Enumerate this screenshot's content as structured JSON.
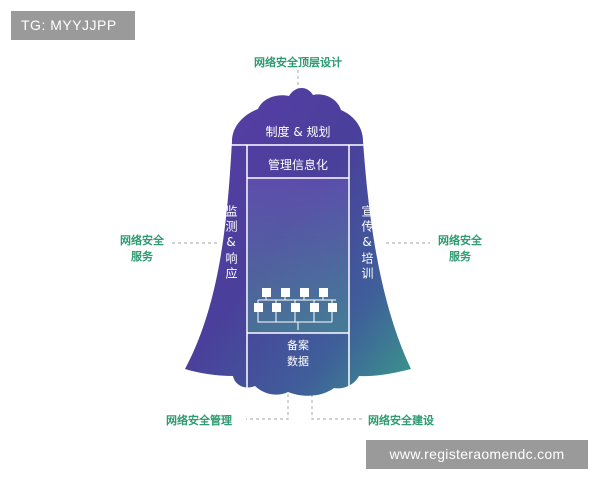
{
  "watermark": {
    "top": "TG: MYYJJPP",
    "bottom": "www.registeraomendc.com"
  },
  "outer_labels": {
    "top": "网络安全顶层设计",
    "left_line1": "网络安全",
    "left_line2": "服务",
    "right_line1": "网络安全",
    "right_line2": "服务",
    "bottom_left": "网络安全管理",
    "bottom_right": "网络安全建设"
  },
  "inner_labels": {
    "header": "制度 & 规划",
    "management": "管理信息化",
    "left_column": "监测&响应",
    "right_column": "宣传&培训",
    "data_line1": "备案",
    "data_line2": "数据"
  },
  "colors": {
    "bell_top": "#4e3a9a",
    "bell_mid": "#4a4a9c",
    "bell_bottom": "#3f8f8c",
    "label_green": "#2e9c70",
    "connector": "#b8b8b8"
  }
}
